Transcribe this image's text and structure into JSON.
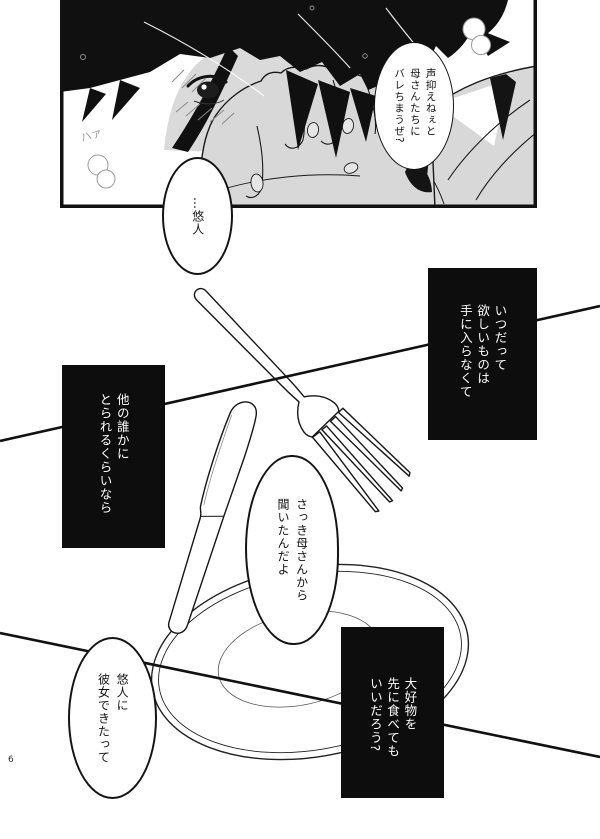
{
  "page": {
    "number": "6",
    "background_color": "#ffffff",
    "ink_color": "#141414",
    "skin_gray_color": "#d8d8d8"
  },
  "panel": {
    "speech_bubble": "声抑えねぇと\n母さんたちに\nバレちまうぜ?",
    "breath": "ハァ"
  },
  "bubbles": {
    "name_call": "…悠人",
    "heard": "さっき母さんから\n聞いたんだよ",
    "girlfriend": "悠人に\n彼女できたって"
  },
  "captions": {
    "box1": "いつだって\n欲しいものは\n手に入らなくて",
    "box2": "他の誰かに\nとられるくらいなら",
    "box3": "大好物を\n先に食べても\nいいだろう?"
  }
}
